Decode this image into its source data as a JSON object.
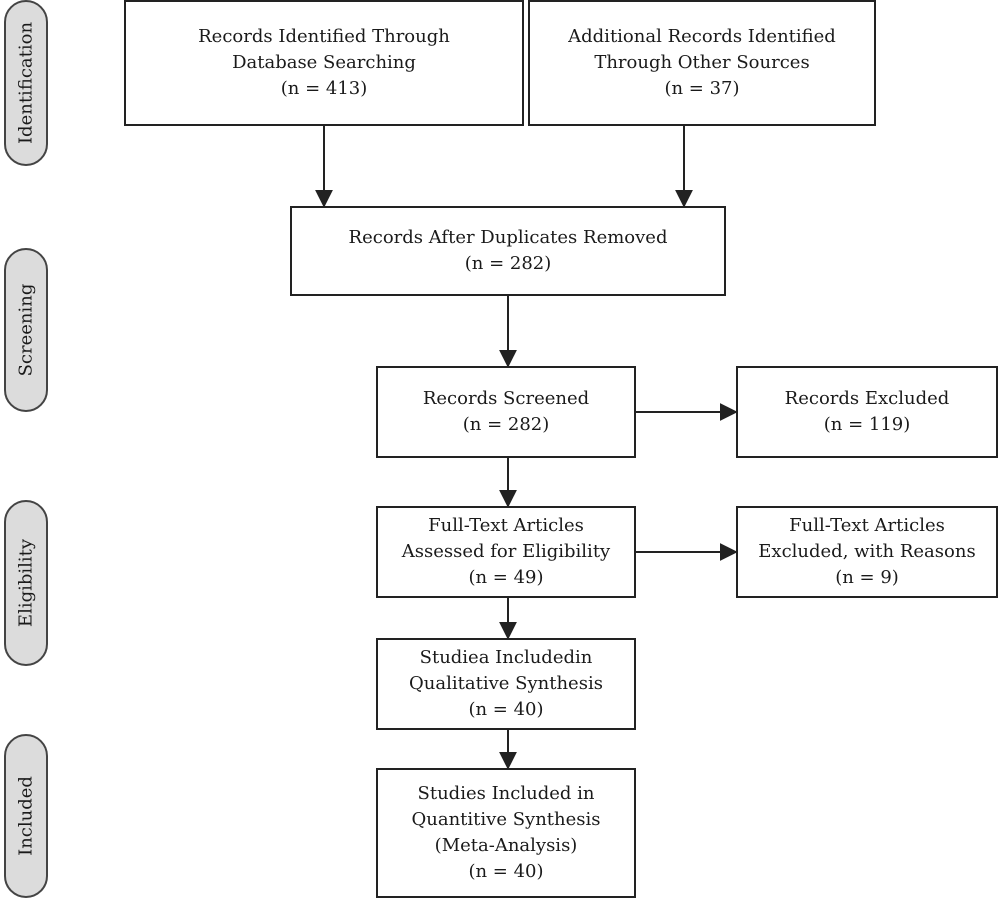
{
  "phases": {
    "identification": "Identification",
    "screening": "Screening",
    "eligibility": "Eligibility",
    "included": "Included"
  },
  "boxes": {
    "database": {
      "line1": "Records Identified Through",
      "line2": "Database Searching",
      "count": "(n = 413)"
    },
    "other": {
      "line1": "Additional Records  Identified",
      "line2": "Through Other Sources",
      "count": "(n = 37)"
    },
    "deduplicated": {
      "line1": "Records After Duplicates Removed",
      "count": "(n = 282)"
    },
    "screened": {
      "line1": "Records  Screened",
      "count": "(n = 282)"
    },
    "excluded": {
      "line1": "Records Excluded",
      "count": "(n = 119)"
    },
    "fulltext": {
      "line1": "Full-Text Articles",
      "line2": "Assessed for Eligibility",
      "count": "(n = 49)"
    },
    "fulltext_excluded": {
      "line1": "Full-Text Articles",
      "line2": "Excluded, with Reasons",
      "count": "(n = 9)"
    },
    "qualitative": {
      "line1": "Studiea Includedin",
      "line2": "Qualitative Synthesis",
      "count": "(n = 40)"
    },
    "quantitative": {
      "line1": "Studies Included in",
      "line2": "Quantitive Synthesis",
      "line3": "(Meta-Analysis)",
      "count": "(n = 40)"
    }
  }
}
